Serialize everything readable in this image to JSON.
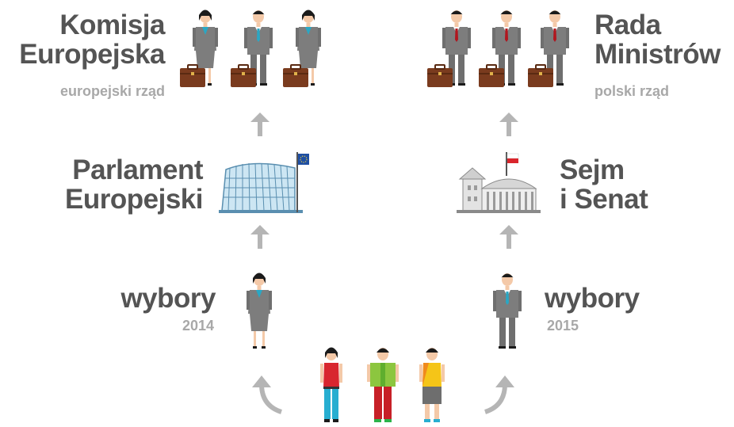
{
  "left_column": {
    "top": {
      "title_line1": "Komisja",
      "title_line2": "Europejska",
      "subtitle": "europejski rząd"
    },
    "middle": {
      "title_line1": "Parlament",
      "title_line2": "Europejski"
    },
    "bottom": {
      "title": "wybory",
      "year": "2014"
    }
  },
  "right_column": {
    "top": {
      "title_line1": "Rada",
      "title_line2": "Ministrów",
      "subtitle": "polski rząd"
    },
    "middle": {
      "title_line1": "Sejm",
      "title_line2": "i Senat"
    },
    "bottom": {
      "title": "wybory",
      "year": "2015"
    }
  },
  "colors": {
    "text": "#545454",
    "subtext": "#a8a8a8",
    "arrow": "#b5b5b5",
    "suit": "#7d7d7d",
    "briefcase": "#7a3b1e",
    "eu_blue": "#1f4fa3",
    "poland_red": "#d9252c"
  },
  "icons": [
    "women-commissioner-icon",
    "men-minister-icon",
    "eu-parliament-building-icon",
    "sejm-building-icon",
    "eu-flag-icon",
    "poland-flag-icon",
    "woman-mep-icon",
    "man-mp-icon",
    "citizens-icon"
  ]
}
